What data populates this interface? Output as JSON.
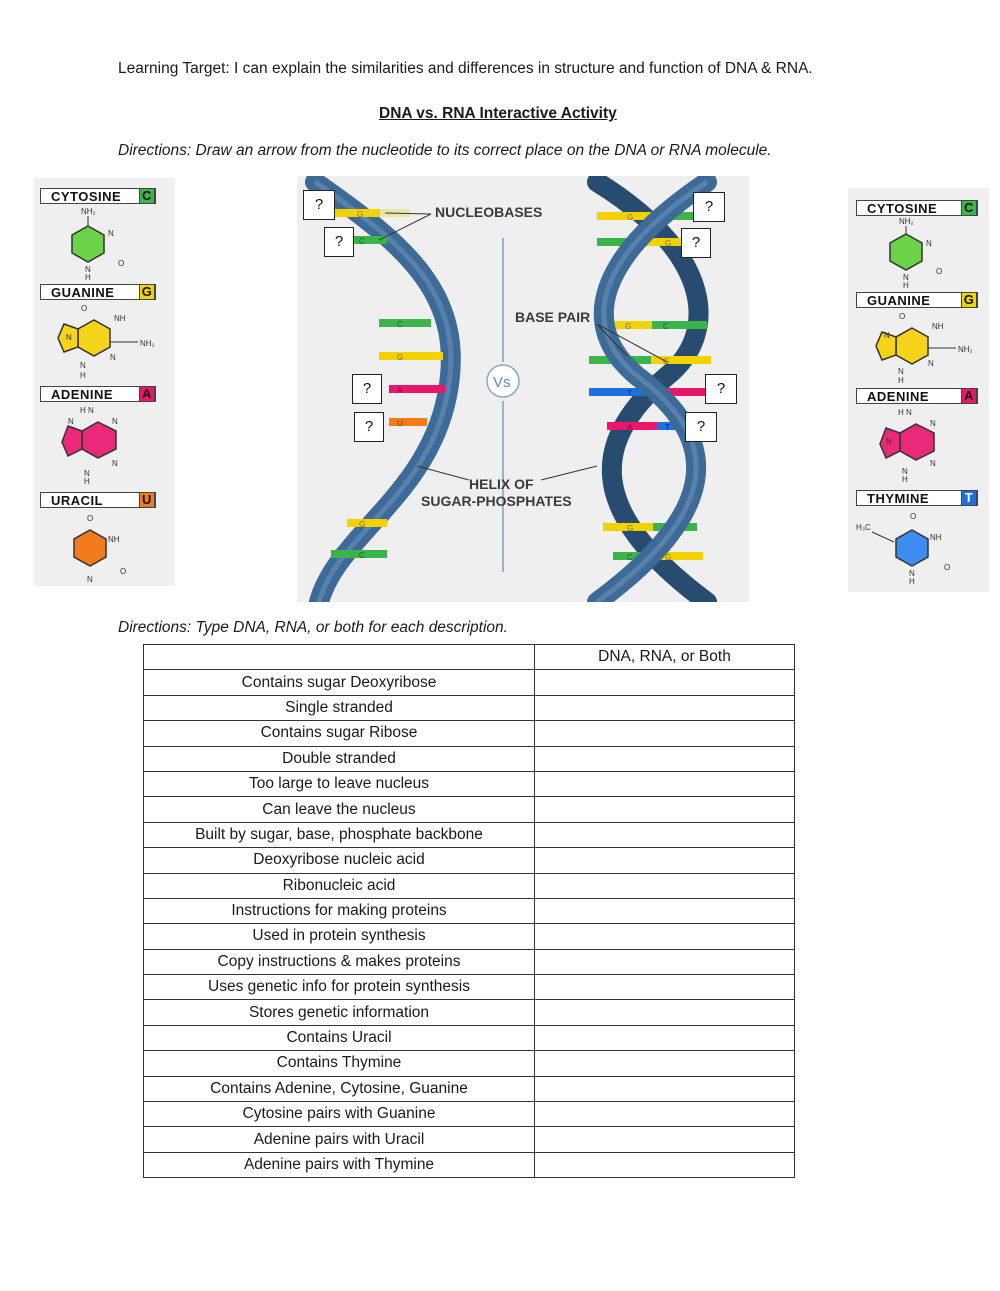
{
  "header": {
    "learning_target": "Learning Target:  I can explain the similarities and differences in structure and function of DNA & RNA.",
    "title": "DNA vs. RNA Interactive Activity",
    "directions_1": "Directions:  Draw an arrow from the nucleotide to its correct place on the DNA or RNA molecule.",
    "directions_2": "Directions: Type DNA, RNA, or both for each description."
  },
  "left_key": [
    {
      "name": "CYTOSINE",
      "letter": "C",
      "color": "#3cb44b"
    },
    {
      "name": "GUANINE",
      "letter": "G",
      "color": "#f2d200"
    },
    {
      "name": "ADENINE",
      "letter": "A",
      "color": "#e8176a"
    },
    {
      "name": "URACIL",
      "letter": "U",
      "color": "#f07d1a"
    }
  ],
  "right_key": [
    {
      "name": "CYTOSINE",
      "letter": "C",
      "color": "#3cb44b"
    },
    {
      "name": "GUANINE",
      "letter": "G",
      "color": "#f2d200"
    },
    {
      "name": "ADENINE",
      "letter": "A",
      "color": "#e8176a"
    },
    {
      "name": "THYMINE",
      "letter": "T",
      "color": "#1e6fe0"
    }
  ],
  "molecule_labels": {
    "nh2": "NH₂",
    "nh": "NH",
    "n": "N",
    "h": "H",
    "o": "O",
    "hn": "H N",
    "h3c": "H₃C"
  },
  "figure": {
    "nucleobases": "NUCLEOBASES",
    "base_pair": "BASE PAIR",
    "vs": "Vs",
    "helix_line1": "HELIX OF",
    "helix_line2": "SUGAR-PHOSPHATES",
    "question_mark": "?",
    "rna_bases": [
      "G",
      "C",
      "C",
      "G",
      "A",
      "U",
      "G",
      "C"
    ],
    "dna_pairs": [
      [
        "G",
        "C"
      ],
      [
        "C",
        "G"
      ],
      [
        "G",
        "C"
      ],
      [
        "C",
        "G"
      ],
      [
        "T",
        "A"
      ],
      [
        "A",
        "T"
      ],
      [
        "G",
        "C"
      ],
      [
        "C",
        "G"
      ]
    ]
  },
  "table": {
    "header": [
      "",
      "DNA, RNA, or Both"
    ],
    "rows": [
      "Contains sugar Deoxyribose",
      "Single stranded",
      "Contains sugar Ribose",
      "Double stranded",
      "Too large to leave nucleus",
      "Can leave the nucleus",
      "Built by sugar, base, phosphate backbone",
      "Deoxyribose nucleic acid",
      "Ribonucleic acid",
      "Instructions for making proteins",
      "Used in protein synthesis",
      "Copy instructions & makes proteins",
      "Uses genetic info for protein synthesis",
      "Stores genetic information",
      "Contains Uracil",
      "Contains Thymine",
      "Contains Adenine, Cytosine, Guanine",
      "Cytosine pairs with Guanine",
      "Adenine pairs with Uracil",
      "Adenine pairs with Thymine"
    ]
  },
  "colors": {
    "strand": "#3d6a96",
    "strand_dark": "#274c70",
    "cytosine": "#3cb44b",
    "guanine": "#f2d200",
    "adenine": "#e8176a",
    "uracil": "#f07d1a",
    "thymine": "#1e6fe0"
  }
}
